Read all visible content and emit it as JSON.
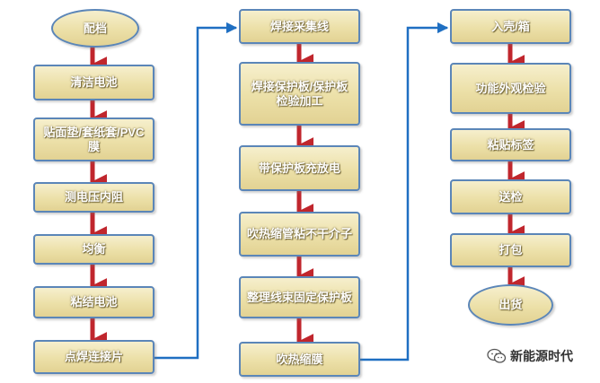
{
  "diagram": {
    "columns": [
      {
        "nodes": [
          {
            "id": "c1n1",
            "label": "配档",
            "shape": "ellipse"
          },
          {
            "id": "c1n2",
            "label": "清洁电池",
            "shape": "box"
          },
          {
            "id": "c1n3",
            "label": "贴面垫/套纸套/PVC膜",
            "shape": "box"
          },
          {
            "id": "c1n4",
            "label": "测电压内阻",
            "shape": "box"
          },
          {
            "id": "c1n5",
            "label": "均衡",
            "shape": "box"
          },
          {
            "id": "c1n6",
            "label": "粘结电池",
            "shape": "box"
          },
          {
            "id": "c1n7",
            "label": "点焊连接片",
            "shape": "box"
          }
        ]
      },
      {
        "nodes": [
          {
            "id": "c2n1",
            "label": "焊接采集线",
            "shape": "box"
          },
          {
            "id": "c2n2",
            "label": "焊接保护板/保护板检验加工",
            "shape": "box"
          },
          {
            "id": "c2n3",
            "label": "带保护板充放电",
            "shape": "box"
          },
          {
            "id": "c2n4",
            "label": "吹热缩管粘不干介子",
            "shape": "box"
          },
          {
            "id": "c2n5",
            "label": "整理线束固定保护板",
            "shape": "box"
          },
          {
            "id": "c2n6",
            "label": "吹热缩膜",
            "shape": "box"
          }
        ]
      },
      {
        "nodes": [
          {
            "id": "c3n1",
            "label": "入壳/箱",
            "shape": "box"
          },
          {
            "id": "c3n2",
            "label": "功能外观检验",
            "shape": "box"
          },
          {
            "id": "c3n3",
            "label": "粘贴标签",
            "shape": "box"
          },
          {
            "id": "c3n4",
            "label": "送检",
            "shape": "box"
          },
          {
            "id": "c3n5",
            "label": "打包",
            "shape": "box"
          },
          {
            "id": "c3n6",
            "label": "出货",
            "shape": "ellipse"
          }
        ]
      }
    ],
    "colors": {
      "node_fill_top": "#f6efcd",
      "node_fill_bottom": "#e2d293",
      "node_border": "#5b86b8",
      "down_arrow": "#c0262d",
      "link_line": "#1f6fc2"
    }
  },
  "watermark": {
    "text": "新能源时代",
    "icon": "wechat-icon"
  }
}
